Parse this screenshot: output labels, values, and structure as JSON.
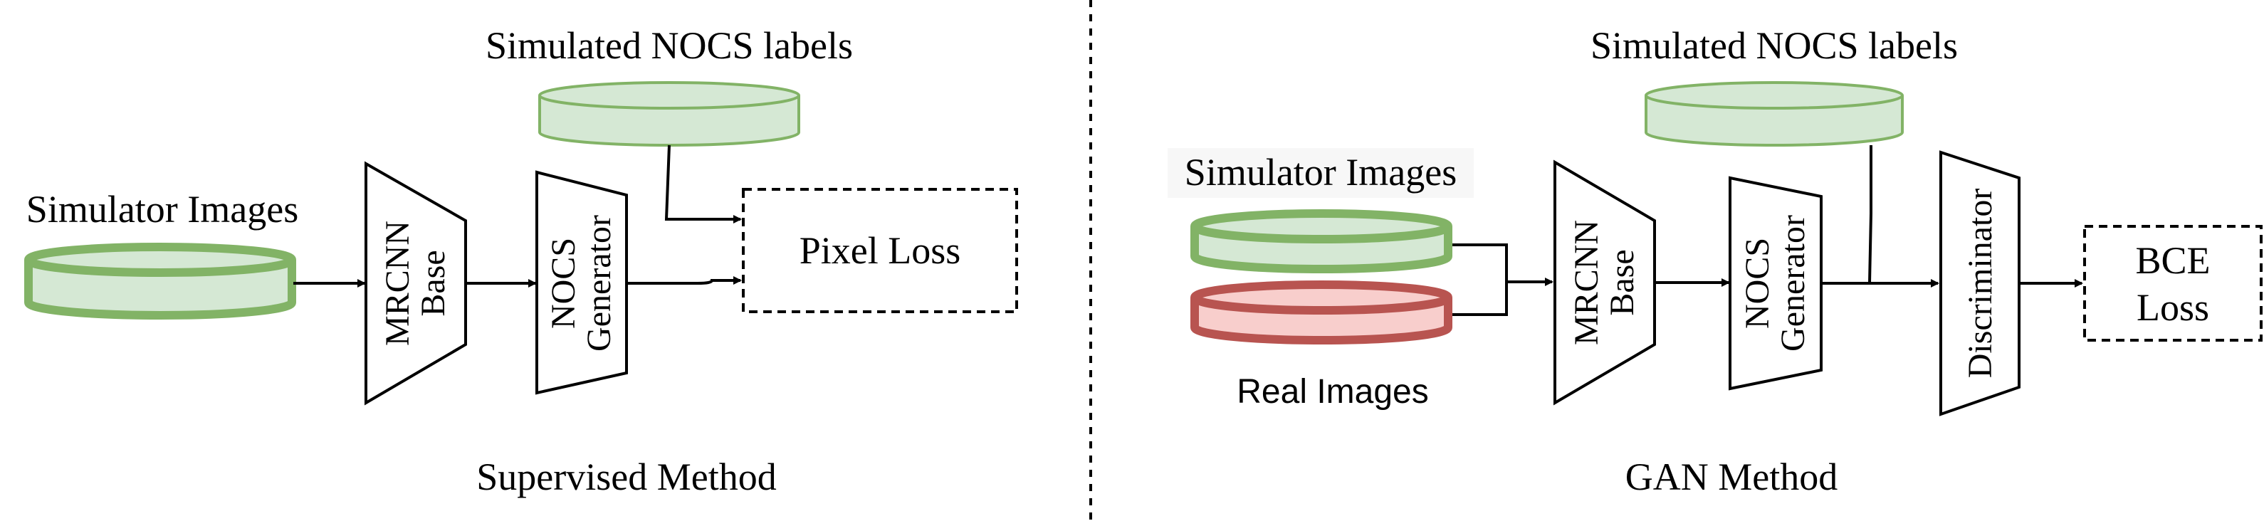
{
  "supervised": {
    "nocs_labels": "Simulated NOCS labels",
    "sim_images": "Simulator Images",
    "mrcnn_line1": "MRCNN",
    "mrcnn_line2": "Base",
    "nocs_line1": "NOCS",
    "nocs_line2": "Generator",
    "loss": "Pixel Loss",
    "method": "Supervised Method"
  },
  "gan": {
    "nocs_labels": "Simulated NOCS labels",
    "sim_images": "Simulator Images",
    "real_images": "Real Images",
    "mrcnn_line1": "MRCNN",
    "mrcnn_line2": "Base",
    "nocs_line1": "NOCS",
    "nocs_line2": "Generator",
    "discriminator": "Discriminator",
    "loss_line1": "BCE",
    "loss_line2": "Loss",
    "method": "GAN Method"
  },
  "colors": {
    "green_fill": "#d5e8d4",
    "green_stroke": "#82b366",
    "red_fill": "#f8cecc",
    "red_stroke": "#b85450"
  }
}
